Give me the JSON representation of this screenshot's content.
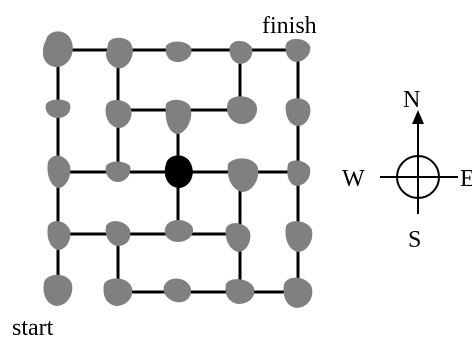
{
  "labels": {
    "finish": "finish",
    "start": "start"
  },
  "compass": {
    "north": "N",
    "south": "S",
    "west": "W",
    "east": "E"
  },
  "colors": {
    "stone": "#808080",
    "current_stone": "#000000",
    "line": "#000000"
  },
  "maze": {
    "rows": 5,
    "cols": 5,
    "current_position": {
      "col": 2,
      "row": 2
    },
    "start_position": {
      "col": 0,
      "row": 4
    },
    "finish_position": {
      "col": 4,
      "row": 0
    }
  }
}
